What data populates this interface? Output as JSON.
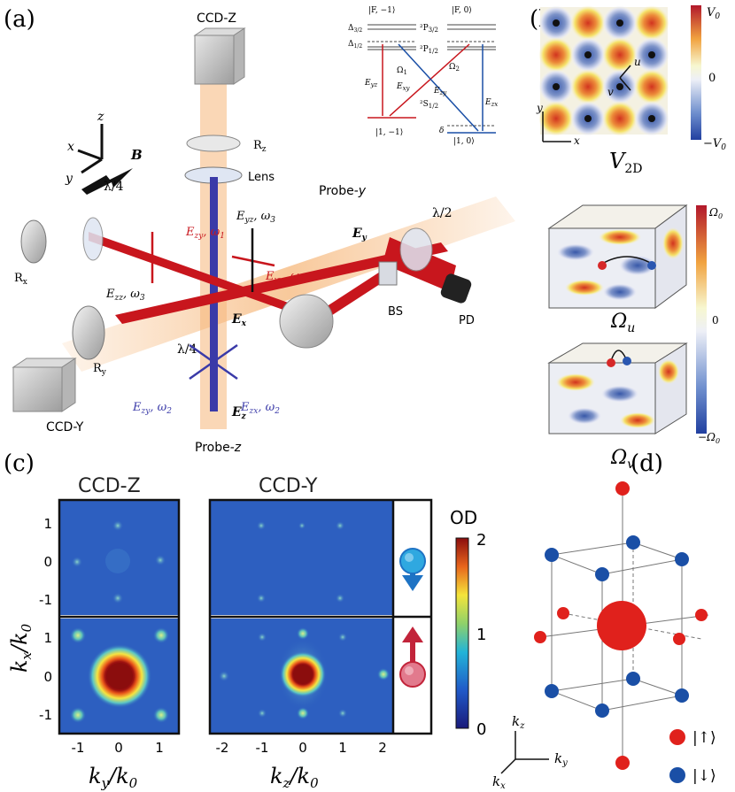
{
  "panels": {
    "a": "(a)",
    "b": "(b)",
    "c": "(c)",
    "d": "(d)"
  },
  "setup": {
    "ccd_z": "CCD-Z",
    "ccd_y": "CCD-Y",
    "rz": "R",
    "rz_sub": "z",
    "lens": "Lens",
    "probe_y": "Probe-",
    "probe_y_sub": "y",
    "probe_z": "Probe-",
    "probe_z_sub": "z",
    "lam4a": "λ/4",
    "lam4b": "λ/4",
    "lam2": "λ/2",
    "rx": "R",
    "rx_sub": "x",
    "ry": "R",
    "ry_sub": "y",
    "bs": "BS",
    "pd": "PD",
    "ex": "E",
    "ex_sub": "x",
    "ey": "E",
    "ey_sub": "y",
    "ez": "E",
    "ez_sub": "z",
    "ezy_w1": "E",
    "ezy_w1_sub": "zy",
    "ezy_w1_tail": ", ω",
    "ezy_w1_tsub": "1",
    "eyz_w3": "E",
    "eyz_w3_sub": "yz",
    "eyz_w3_tail": ", ω",
    "eyz_w3_tsub": "3",
    "ezz_w3": "E",
    "ezz_w3_sub": "zz",
    "ezz_w3_tail": ", ω",
    "ezz_w3_tsub": "3",
    "eyx_w1": "E",
    "eyx_w1_sub": "yx",
    "eyx_w1_tail": ", ω",
    "eyx_w1_tsub": "1",
    "ezy_w2": "E",
    "ezy_w2_sub": "zy",
    "ezy_w2_tail": ", ω",
    "ezy_w2_tsub": "2",
    "ezx_w2": "E",
    "ezx_w2_sub": "zx",
    "ezx_w2_tail": ", ω",
    "ezx_w2_tsub": "2",
    "axis_x": "x",
    "axis_y": "y",
    "axis_z": "z",
    "axis_b": "B"
  },
  "levels": {
    "f_m1": "|F, −1⟩",
    "f_0": "|F, 0⟩",
    "p32": "²P",
    "p32_sub": "3/2",
    "p12": "²P",
    "p12_sub": "1/2",
    "s12": "²S",
    "s12_sub": "1/2",
    "d32": "Δ",
    "d32_sub": "3/2",
    "d12": "Δ",
    "d12_sub": "1/2",
    "om1": "Ω",
    "om1_sub": "1",
    "om2": "Ω",
    "om2_sub": "2",
    "eyz": "E",
    "eyz_sub": "yz",
    "exy": "E",
    "exy_sub": "xy",
    "ezy": "E",
    "ezy_sub": "zy",
    "ezx": "E",
    "ezx_sub": "zx",
    "ket_m1": "|1, −1⟩",
    "ket_0": "|1, 0⟩",
    "delta": "δ"
  },
  "panel_b": {
    "v2d": "V",
    "v2d_sub": "2D",
    "v0_top": "V",
    "v0_top_sub": "0",
    "zero": "0",
    "v0_bot": "−V",
    "v0_bot_sub": "0",
    "u": "u",
    "v": "v",
    "ax_x": "x",
    "ax_y": "y",
    "om_u": "Ω",
    "om_u_sub": "u",
    "om_v": "Ω",
    "om_v_sub": "v",
    "om0_top": "Ω",
    "om0_top_sub": "0",
    "zero2": "0",
    "om0_bot": "−Ω",
    "om0_bot_sub": "0"
  },
  "panel_c": {
    "ccd_z": "CCD-Z",
    "ccd_y": "CCD-Y",
    "od": "OD",
    "ylabel": "k",
    "ylabel_sub": "x",
    "ylabel_den": "/k",
    "ylabel_den_sub": "0",
    "xlabel_left": "k",
    "xlabel_left_sub": "y",
    "xlabel_left_den": "/k",
    "xlabel_left_den_sub": "0",
    "xlabel_right": "k",
    "xlabel_right_sub": "z",
    "xlabel_right_den": "/k",
    "xlabel_right_den_sub": "0",
    "yticks": [
      "1",
      "0",
      "-1",
      "1",
      "0",
      "-1"
    ],
    "xticks_left": [
      "-1",
      "0",
      "1"
    ],
    "xticks_right": [
      "-2",
      "-1",
      "0",
      "1",
      "2"
    ],
    "cbar_ticks": [
      "2",
      "1",
      "0"
    ],
    "od_range": [
      0,
      2
    ]
  },
  "panel_d": {
    "kz": "k",
    "kz_sub": "z",
    "ky": "k",
    "ky_sub": "y",
    "kx": "k",
    "kx_sub": "x",
    "up": "|↑⟩",
    "down": "|↓⟩"
  },
  "colors": {
    "red": "#e0211c",
    "blue": "#1a4fa6",
    "beam_red": "#c8161d",
    "beam_blue": "#3a3aa8",
    "orange": "#f6b77a"
  }
}
